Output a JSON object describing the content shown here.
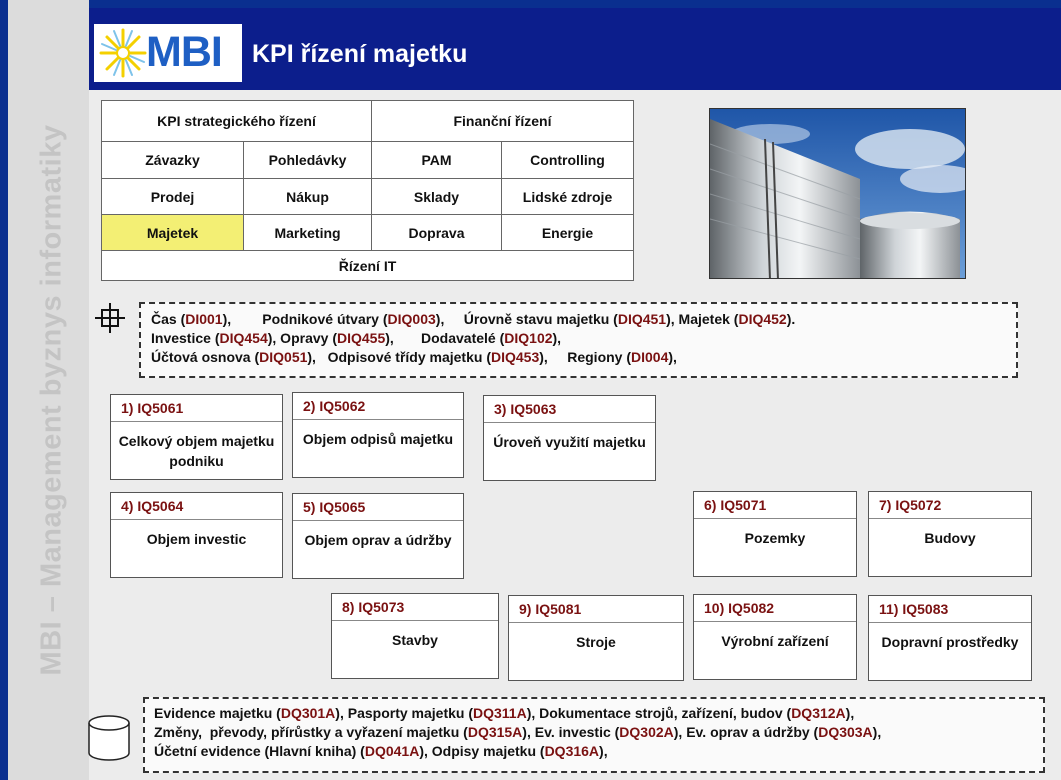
{
  "sidebar": {
    "text": "MBI – Management byznys informatiky"
  },
  "header": {
    "logo": "MBI",
    "title": "KPI řízení majetku"
  },
  "menu": {
    "row0": [
      "KPI strategického řízení",
      "Finanční řízení"
    ],
    "row1": [
      "Závazky",
      "Pohledávky",
      "PAM",
      "Controlling"
    ],
    "row2": [
      "Prodej",
      "Nákup",
      "Sklady",
      "Lidské zdroje"
    ],
    "row3": [
      "Majetek",
      "Marketing",
      "Doprava",
      "Energie"
    ],
    "row4": [
      "Řízení IT"
    ],
    "selected": "Majetek"
  },
  "dimensions": {
    "l1": [
      {
        "t": "Čas ("
      },
      {
        "t": "DI001",
        "c": 1
      },
      {
        "t": "),        Podnikové útvary ("
      },
      {
        "t": "DIQ003",
        "c": 1
      },
      {
        "t": "),     Úrovně stavu majetku ("
      },
      {
        "t": "DIQ451",
        "c": 1
      },
      {
        "t": "), Majetek ("
      },
      {
        "t": "DIQ452",
        "c": 1
      },
      {
        "t": ")."
      }
    ],
    "l2": [
      {
        "t": "Investice ("
      },
      {
        "t": "DIQ454",
        "c": 1
      },
      {
        "t": "), Opravy ("
      },
      {
        "t": "DIQ455",
        "c": 1
      },
      {
        "t": "),       Dodavatelé ("
      },
      {
        "t": "DIQ102",
        "c": 1
      },
      {
        "t": "),"
      }
    ],
    "l3": [
      {
        "t": "Účtová osnova ("
      },
      {
        "t": "DIQ051",
        "c": 1
      },
      {
        "t": "),   Odpisové třídy majetku ("
      },
      {
        "t": "DIQ453",
        "c": 1
      },
      {
        "t": "),     Regiony ("
      },
      {
        "t": "DI004",
        "c": 1
      },
      {
        "t": "),"
      }
    ]
  },
  "kpis": [
    {
      "id": "1) IQ5061",
      "name": "Celkový objem majetku podniku"
    },
    {
      "id": "2) IQ5062",
      "name": "Objem odpisů majetku"
    },
    {
      "id": "3) IQ5063",
      "name": "Úroveň využití majetku"
    },
    {
      "id": "4) IQ5064",
      "name": "Objem investic"
    },
    {
      "id": "5) IQ5065",
      "name": "Objem oprav a údržby"
    },
    {
      "id": "6) IQ5071",
      "name": "Pozemky"
    },
    {
      "id": "7) IQ5072",
      "name": "Budovy"
    },
    {
      "id": "8) IQ5073",
      "name": "Stavby"
    },
    {
      "id": "9) IQ5081",
      "name": "Stroje"
    },
    {
      "id": "10) IQ5082",
      "name": "Výrobní  zařízení"
    },
    {
      "id": "11) IQ5083",
      "name": "Dopravní prostředky"
    }
  ],
  "sources": {
    "l1": [
      {
        "t": "Evidence majetku ("
      },
      {
        "t": "DQ301A",
        "c": 1
      },
      {
        "t": "), Pasporty majetku ("
      },
      {
        "t": "DQ311A",
        "c": 1
      },
      {
        "t": "), Dokumentace strojů, zařízení, budov ("
      },
      {
        "t": "DQ312A",
        "c": 1
      },
      {
        "t": "),"
      }
    ],
    "l2": [
      {
        "t": "Změny,  převody, přírůstky a vyřazení majetku ("
      },
      {
        "t": "DQ315A",
        "c": 1
      },
      {
        "t": "), Ev. investic ("
      },
      {
        "t": "DQ302A",
        "c": 1
      },
      {
        "t": "), Ev. oprav a údržby ("
      },
      {
        "t": "DQ303A",
        "c": 1
      },
      {
        "t": "),"
      }
    ],
    "l3": [
      {
        "t": "Účetní evidence (Hlavní kniha) ("
      },
      {
        "t": "DQ041A",
        "c": 1
      },
      {
        "t": "), Odpisy majetku ("
      },
      {
        "t": "DQ316A",
        "c": 1
      },
      {
        "t": "),"
      }
    ]
  },
  "icons": {
    "dimension": "crosshair-icon",
    "source": "database-icon"
  },
  "colors": {
    "header": "#0c1e8c",
    "code": "#7a1111",
    "highlight": "#f3ef74"
  }
}
